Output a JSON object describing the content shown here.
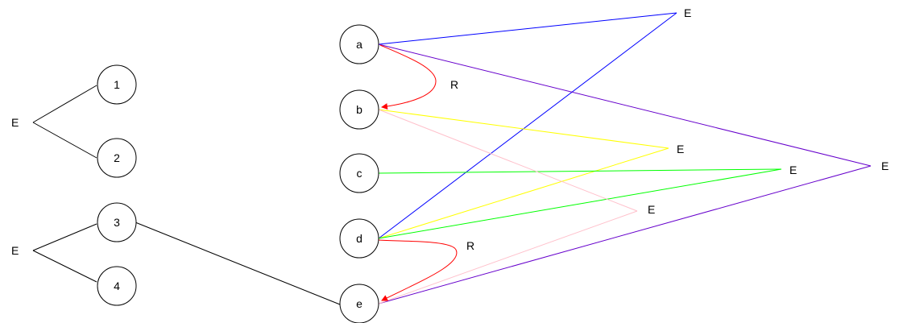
{
  "nodes": {
    "n1": "1",
    "n2": "2",
    "n3": "3",
    "n4": "4",
    "na": "a",
    "nb": "b",
    "nc": "c",
    "nd": "d",
    "ne": "e"
  },
  "labels": {
    "left_e_top": "E",
    "left_e_bottom": "E",
    "right_e_top": "E",
    "right_e_yellow": "E",
    "right_e_green": "E",
    "right_e_pink": "E",
    "right_e_purple": "E",
    "r_ab": "R",
    "r_de": "R"
  },
  "colors": {
    "black": "#000000",
    "blue": "#0000ff",
    "purple": "#6600cc",
    "red": "#ff0000",
    "yellow": "#ffff00",
    "green": "#00ff00",
    "pink": "#ffc0cb"
  }
}
